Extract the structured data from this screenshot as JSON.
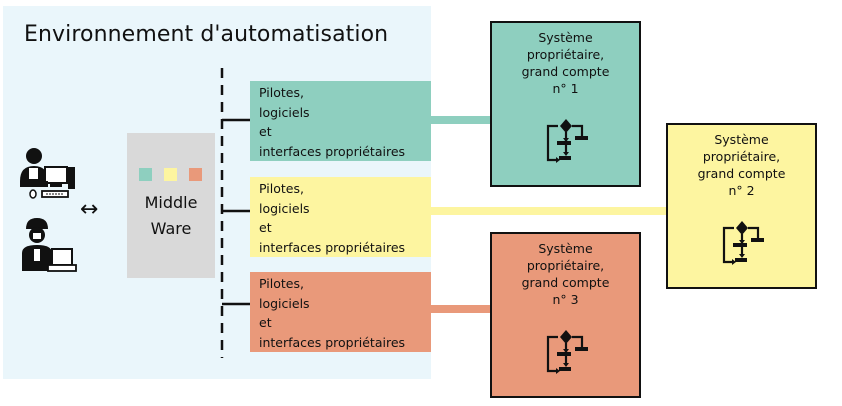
{
  "title": "Environnement d'automatisation",
  "middleware": {
    "lines": [
      "Middle",
      "Ware"
    ]
  },
  "arrow_symbol": "↔",
  "drivers": [
    {
      "lines": [
        "Pilotes,",
        "logiciels",
        "et",
        "interfaces propriétaires"
      ],
      "color": "#8ecfbf"
    },
    {
      "lines": [
        "Pilotes,",
        "logiciels",
        "et",
        "interfaces propriétaires"
      ],
      "color": "#fdf5a0"
    },
    {
      "lines": [
        "Pilotes,",
        "logiciels",
        "et",
        "interfaces propriétaires"
      ],
      "color": "#e9997a"
    }
  ],
  "systems": [
    {
      "lines": [
        "Système",
        "propriétaire,",
        "grand compte",
        "n° 1"
      ],
      "color": "#8ecfbf",
      "icon": "flowchart-icon"
    },
    {
      "lines": [
        "Système",
        "propriétaire,",
        "grand compte",
        "n° 2"
      ],
      "color": "#fdf5a0",
      "icon": "flowchart-icon"
    },
    {
      "lines": [
        "Système",
        "propriétaire,",
        "grand compte",
        "n° 3"
      ],
      "color": "#e9997a",
      "icon": "flowchart-icon"
    }
  ],
  "swatch_colors": [
    "#8ecfbf",
    "#fdf5a0",
    "#e9997a"
  ],
  "icons": [
    "user-computer-icon",
    "technician-laptop-icon"
  ]
}
